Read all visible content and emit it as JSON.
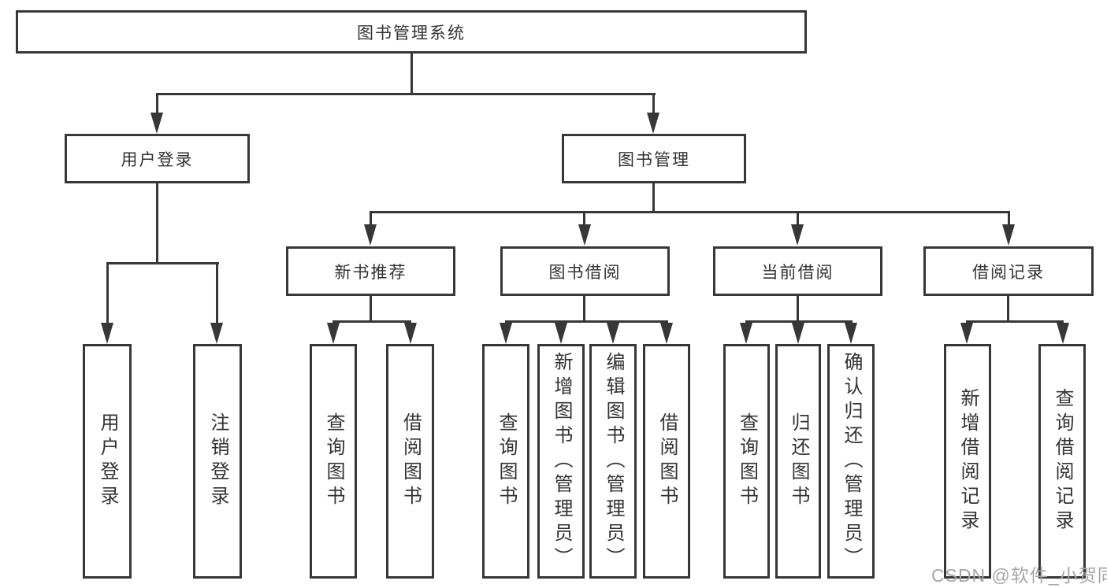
{
  "colors": {
    "line": "#373737",
    "text": "#333333",
    "watermark": "#a6a6a6",
    "background": "#ffffff"
  },
  "tree": {
    "label": "图书管理系统",
    "children": [
      {
        "label": "用户登录",
        "children": [
          {
            "label": "用户登录"
          },
          {
            "label": "注销登录"
          }
        ]
      },
      {
        "label": "图书管理",
        "children": [
          {
            "label": "新书推荐",
            "children": [
              {
                "label": "查询图书"
              },
              {
                "label": "借阅图书"
              }
            ]
          },
          {
            "label": "图书借阅",
            "children": [
              {
                "label": "查询图书"
              },
              {
                "label": "新增图书（管理员）"
              },
              {
                "label": "编辑图书（管理员）"
              },
              {
                "label": "借阅图书"
              }
            ]
          },
          {
            "label": "当前借阅",
            "children": [
              {
                "label": "查询图书"
              },
              {
                "label": "归还图书"
              },
              {
                "label": "确认归还（管理员）"
              }
            ]
          },
          {
            "label": "借阅记录",
            "children": [
              {
                "label": "新增借阅记录"
              },
              {
                "label": "查询借阅记录"
              }
            ]
          }
        ]
      }
    ]
  },
  "watermark": {
    "text": "CSDN @软件_小贺同学"
  }
}
